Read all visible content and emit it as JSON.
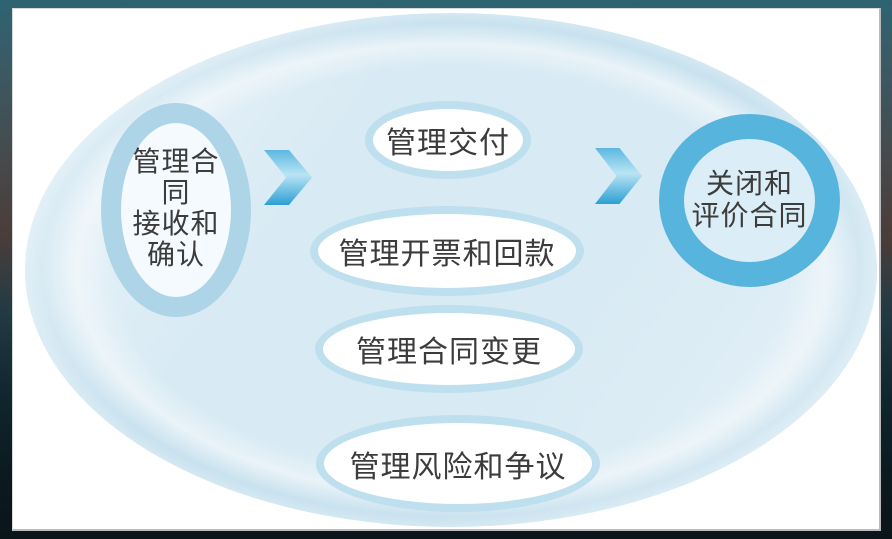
{
  "diagram": {
    "start_node": {
      "line1": "管理合同",
      "line2": "接收和",
      "line3": "确认"
    },
    "process_nodes": [
      {
        "label": "管理交付"
      },
      {
        "label": "管理开票和回款"
      },
      {
        "label": "管理合同变更"
      },
      {
        "label": "管理风险和争议"
      }
    ],
    "end_node": {
      "line1": "关闭和",
      "line2": "评价合同"
    },
    "colors": {
      "canvas_ellipse_fill": "#d8eaf4",
      "start_ring": "#aed4e7",
      "process_ring": "#bedfee",
      "end_ring": "#57b4dd",
      "arrow_top": "#5db7e0",
      "arrow_bottom": "#2d9fd3",
      "text": "#3c3c3c"
    }
  }
}
